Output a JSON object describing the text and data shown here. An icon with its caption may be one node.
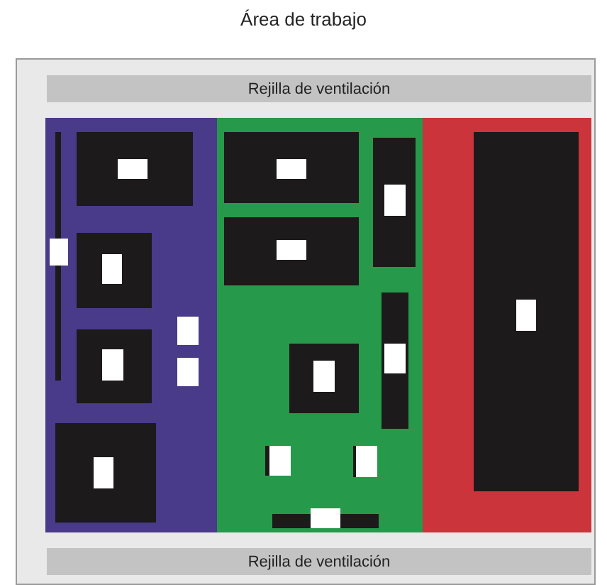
{
  "diagram": {
    "title": "Área de trabajo",
    "nodes": [
      {
        "text": [
          "Rejilla de ventilación"
        ]
      },
      {
        "text": [
          "Rejilla de ventilación"
        ]
      }
    ],
    "edges": []
  }
}
